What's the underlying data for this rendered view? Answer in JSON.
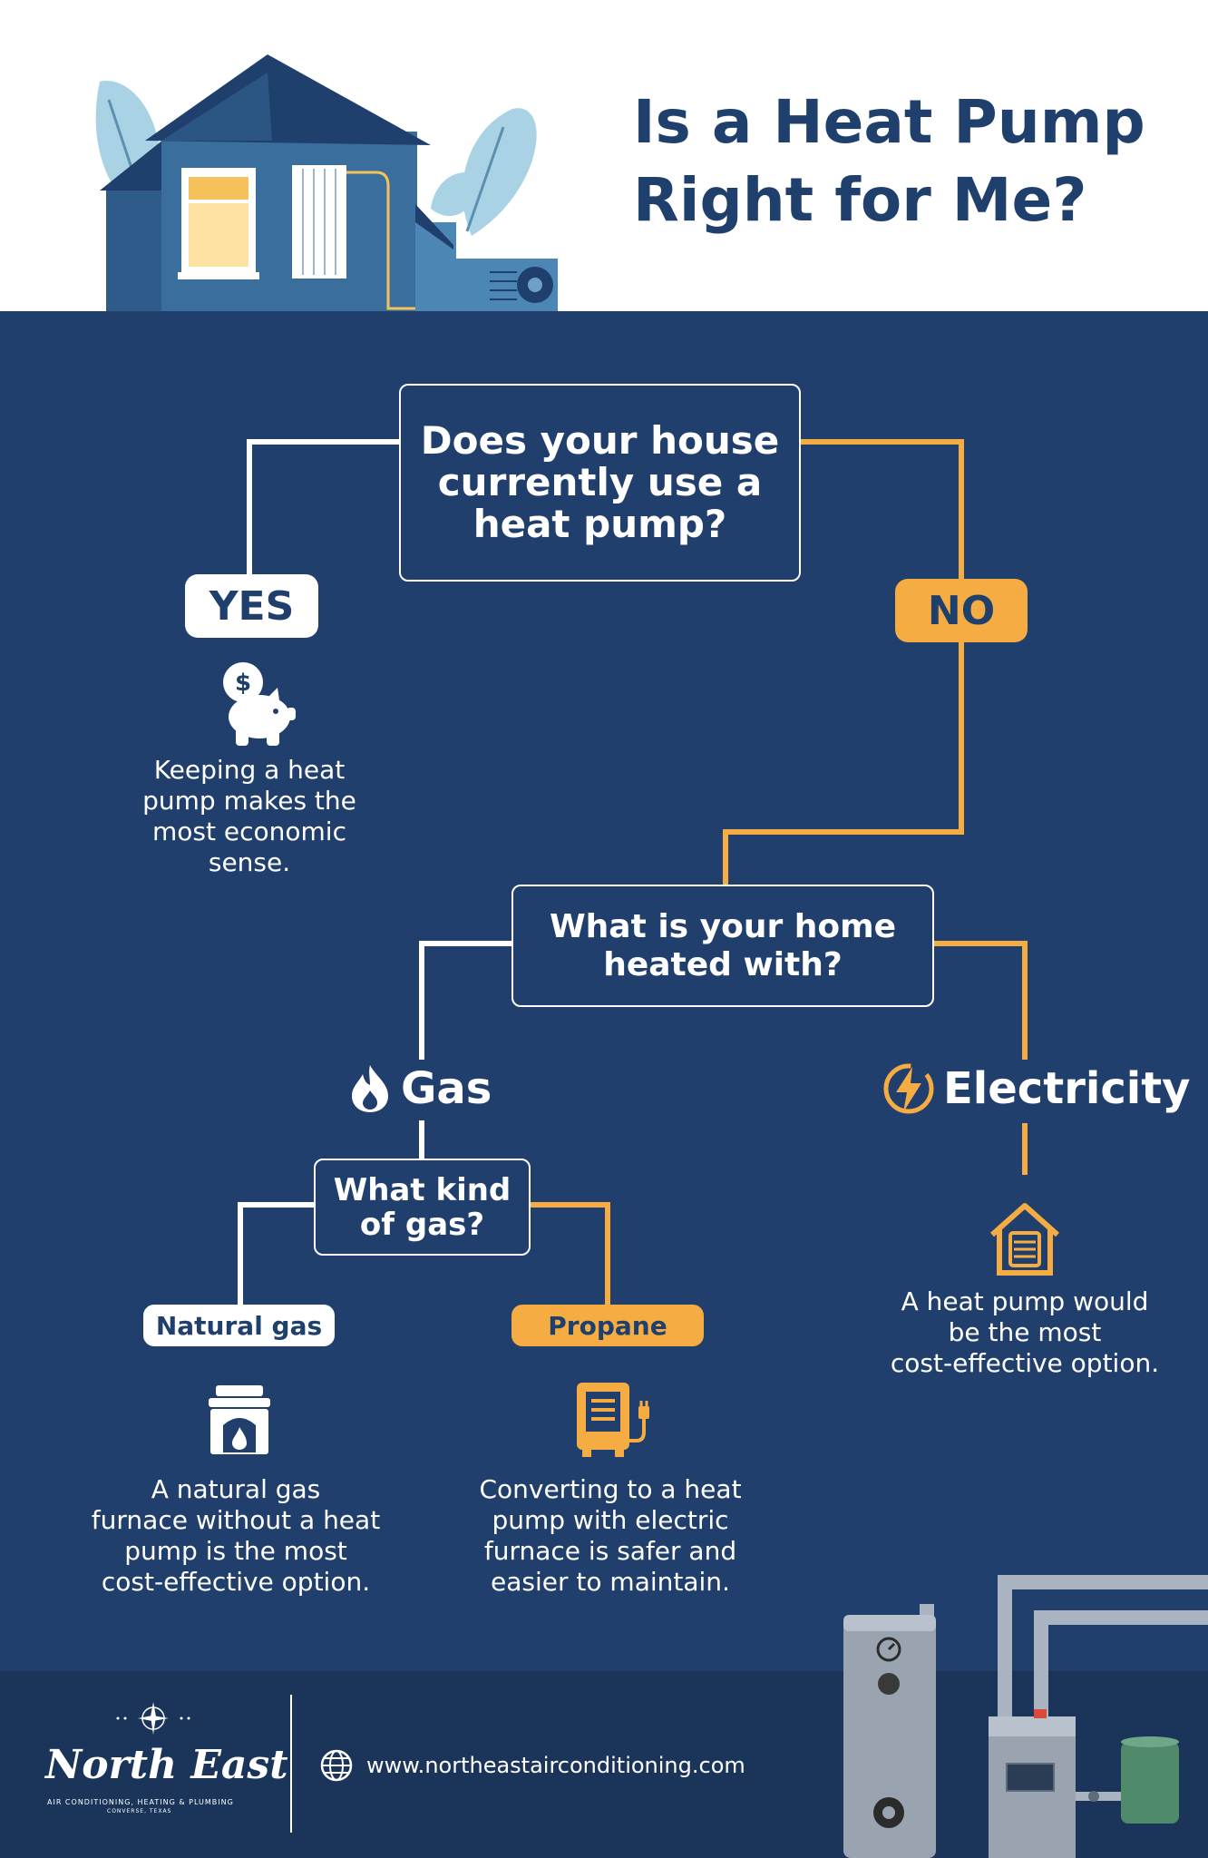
{
  "title": {
    "line1": "Is a Heat Pump",
    "line2": "Right for Me?"
  },
  "q1": {
    "line1": "Does your house",
    "line2": "currently use a",
    "line3": "heat pump?"
  },
  "yes_label": "YES",
  "no_label": "NO",
  "yes_desc": {
    "line1": "Keeping a heat",
    "line2": "pump makes the",
    "line3": "most economic",
    "line4": "sense."
  },
  "q2": {
    "line1": "What is your home",
    "line2": "heated with?"
  },
  "gas_label": "Gas",
  "electricity_label": "Electricity",
  "q3": {
    "line1": "What kind",
    "line2": "of gas?"
  },
  "natural_gas_label": "Natural gas",
  "propane_label": "Propane",
  "natural_gas_desc": {
    "line1": "A natural gas",
    "line2": "furnace without a heat",
    "line3": "pump is the most",
    "line4": "cost-effective option."
  },
  "propane_desc": {
    "line1": "Converting to a heat",
    "line2": "pump with electric",
    "line3": "furnace is safer and",
    "line4": "easier to maintain."
  },
  "electricity_desc": {
    "line1": "A heat pump would",
    "line2": "be the most",
    "line3": "cost-effective option."
  },
  "footer": {
    "brand": "North East",
    "tagline": "AIR CONDITIONING, HEATING & PLUMBING",
    "location": "CONVERSE, TEXAS",
    "url": "www.northeastairconditioning.com"
  },
  "icons": {
    "yes": "piggy-bank-dollar-icon",
    "gas": "flame-icon",
    "electricity": "lightning-bolt-icon",
    "natural_gas": "fireplace-furnace-icon",
    "propane": "electric-furnace-icon",
    "electric_home": "house-heat-pump-icon",
    "url": "globe-icon"
  },
  "colors": {
    "navy": "#213f6d",
    "footer_navy": "#1b3459",
    "orange": "#f4ac43",
    "white": "#ffffff",
    "title": "#1f3f6d"
  }
}
